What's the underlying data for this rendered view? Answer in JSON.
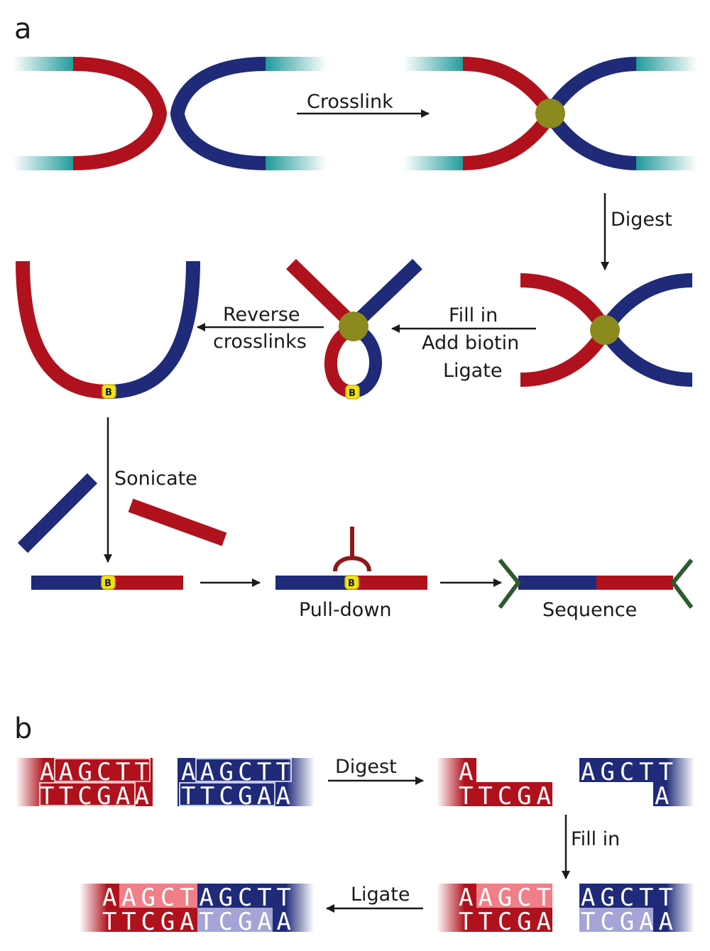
{
  "panels": {
    "a": "a",
    "b": "b"
  },
  "steps": {
    "crosslink": "Crosslink",
    "digest": "Digest",
    "fill_in_lines": [
      "Fill in",
      "Add biotin",
      "Ligate"
    ],
    "reverse_lines": [
      "Reverse",
      "crosslinks"
    ],
    "sonicate": "Sonicate",
    "pull_down": "Pull-down",
    "sequence": "Sequence"
  },
  "biotin_label": "B",
  "panel_b_steps": {
    "digest": "Digest",
    "fill_in": "Fill in",
    "ligate": "Ligate"
  },
  "sequences": {
    "red_top": "AAGCTT",
    "red_bottom": "TTCGAA",
    "blue_top": "AAGCTT",
    "blue_bottom": "TTCGAA",
    "digest_red_top": "A",
    "digest_red_bottom": "TTCGA",
    "digest_blue_top": "AGCTT",
    "digest_blue_bottom": "A",
    "fill_red_top": "AAGCT",
    "fill_red_bottom": "TTCGA",
    "fill_blue_top": "AGCTT",
    "fill_blue_bottom": "TCGAA",
    "lig_top": "AAGCTAGCTT",
    "lig_bottom": "TTCGATCGAA"
  },
  "colors": {
    "red": "#b0121d",
    "blue": "#1f2a78",
    "teal": "#1f9a9a",
    "crosslink": "#8a8a1e",
    "biotin": "#f2e21a",
    "adapter": "#2e5a2e",
    "streptavidin": "#8c1a1a",
    "light_red": "#f07f88",
    "light_blue": "#a4a4d6"
  }
}
